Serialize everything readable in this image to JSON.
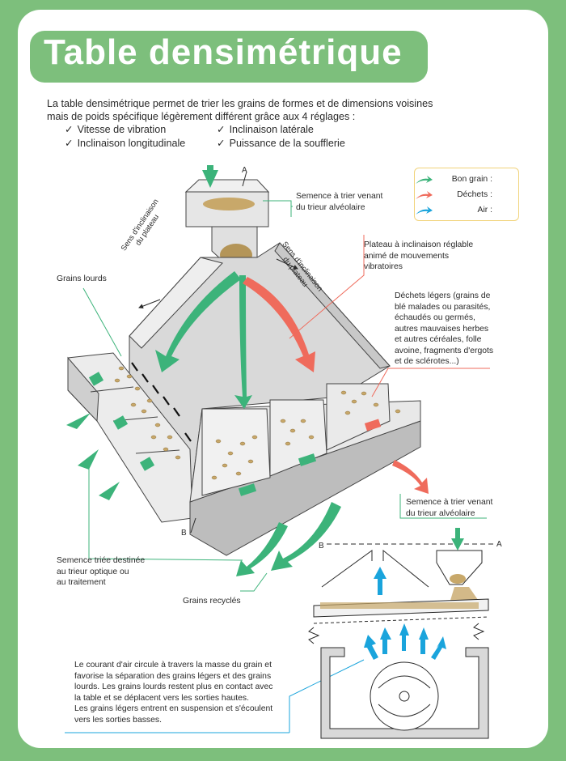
{
  "header": {
    "title": "Table densimétrique",
    "intro_line1": "La table densimétrique permet de trier les grains de formes et de dimensions voisines",
    "intro_line2": "mais de poids spécifique légèrement différent grâce aux 4 réglages :",
    "check_mark": "✓",
    "settings": [
      "Vitesse de vibration",
      "Inclinaison latérale",
      "Inclinaison longitudinale",
      "Puissance de la soufflerie"
    ]
  },
  "legend": {
    "items": [
      {
        "label": "Bon grain :",
        "color": "#3cb37a"
      },
      {
        "label": "Déchets :",
        "color": "#ef6b5c"
      },
      {
        "label": "Air :",
        "color": "#1aa4dc"
      }
    ]
  },
  "labels": {
    "point_a": "A",
    "point_b": "B",
    "semence_top_1": "Semence à trier venant",
    "semence_top_2": "du trieur alvéolaire",
    "sens_left_1": "Sens d'inclinaison",
    "sens_left_2": "du plateau",
    "sens_right_1": "Sens d'inclinaison",
    "sens_right_2": "du plateau",
    "grains_lourds": "Grains lourds",
    "plateau_1": "Plateau à inclinaison réglable",
    "plateau_2": "animé de mouvements",
    "plateau_3": "vibratoires",
    "dechets_lines": [
      "Déchets légers (grains de",
      "blé malades ou parasités,",
      "échaudés ou germés,",
      "autres mauvaises herbes",
      "et autres céréales, folle",
      "avoine, fragments d'ergots",
      "et de sclérotes...)"
    ],
    "semence_triee_lines": [
      "Semence triée destinée",
      "au trieur optique ou",
      "au traitement"
    ],
    "grains_recycles": "Grains recyclés",
    "semence_bottom_1": "Semence à trier venant",
    "semence_bottom_2": "du trieur alvéolaire",
    "courant_lines": [
      "Le courant d'air circule à travers la masse du grain et",
      "favorise la séparation des grains légers et des grains",
      "lourds. Les grains lourds restent plus en contact avec",
      "la table et se déplacent vers les sorties hautes.",
      "Les grains légers entrent en suspension et s'écoulent",
      "vers les sorties basses."
    ]
  },
  "colors": {
    "brand_green": "#7dbf7c",
    "good_grain": "#3cb37a",
    "waste": "#ef6b5c",
    "air": "#1aa4dc",
    "machine": "#d9d9d9",
    "grain": "#c8a86a"
  }
}
